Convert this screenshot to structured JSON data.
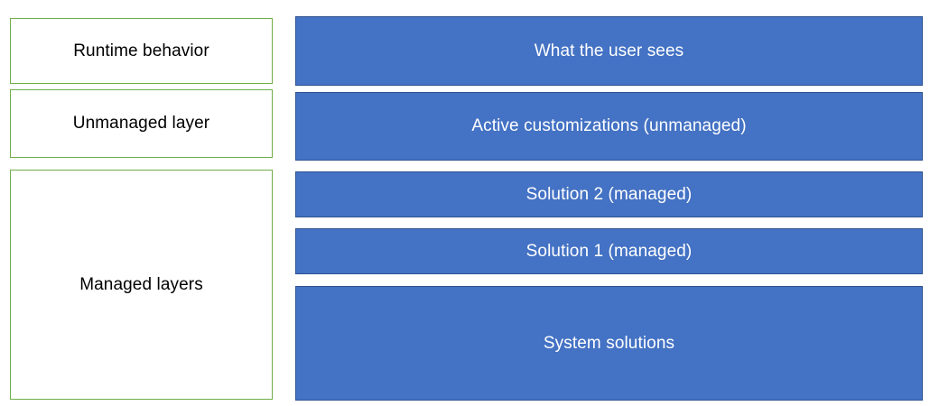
{
  "diagram": {
    "left_column": {
      "items": [
        {
          "label": "Runtime behavior"
        },
        {
          "label": "Unmanaged layer"
        },
        {
          "label": "Managed layers"
        }
      ]
    },
    "right_column": {
      "items": [
        {
          "label": "What the user sees"
        },
        {
          "label": "Active customizations (unmanaged)"
        },
        {
          "label": "Solution 2 (managed)"
        },
        {
          "label": "Solution 1 (managed)"
        },
        {
          "label": "System solutions"
        }
      ]
    },
    "colors": {
      "blue_fill": "#4472C4",
      "blue_border": "#2F528F",
      "green_border": "#70AD47",
      "layer_text": "#FFFFFF",
      "label_text": "#000000",
      "label_fill": "#FFFFFF"
    }
  }
}
